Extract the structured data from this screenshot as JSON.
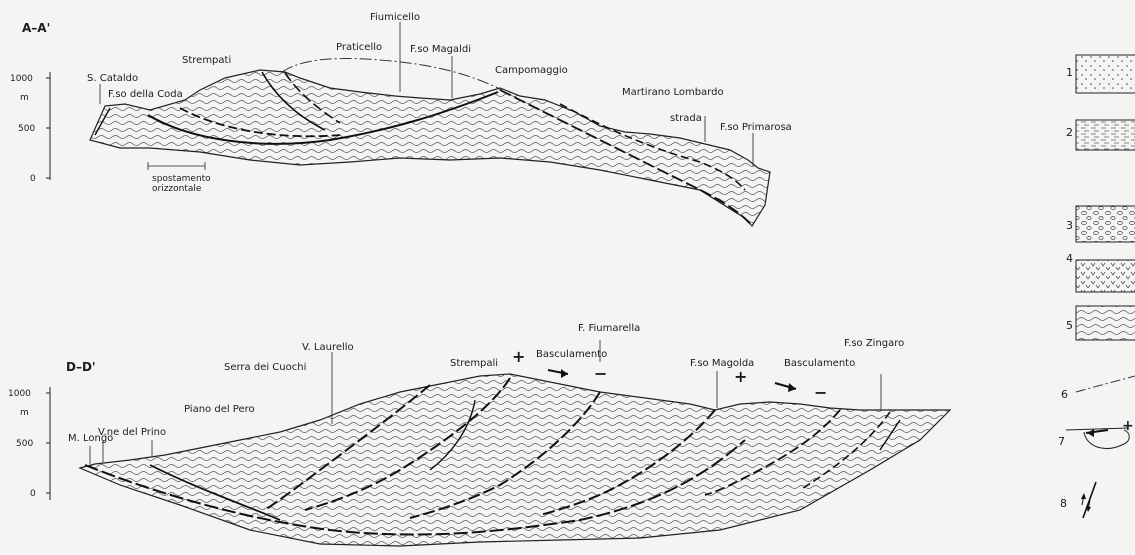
{
  "sections": {
    "aa": {
      "title": "A–A'",
      "labels": {
        "s_cataldo": "S. Cataldo",
        "fso_coda": "F.so della Coda",
        "strempati": "Strempati",
        "praticello": "Praticello",
        "fiumicello": "Fiumicello",
        "fso_magaldi": "F.so Magaldi",
        "campomaggio": "Campomaggio",
        "martirano": "Martirano Lombardo",
        "strada": "strada",
        "fso_primarosa": "F.so Primarosa",
        "spost1": "spostamento",
        "spost2": "orizzontale"
      },
      "axis": {
        "t1000": "1000",
        "unit": "m",
        "t500": "500",
        "t0": "0"
      }
    },
    "dd": {
      "title": "D–D'",
      "labels": {
        "m_longo": "M. Longo",
        "vne_prino": "V.ne del Prino",
        "piano_pero": "Piano del Pero",
        "serra_cuochi": "Serra dei Cuochi",
        "v_laurello": "V. Laurello",
        "strempali": "Strempali",
        "plus1": "+",
        "basculamento1": "Basculamento",
        "f_fiumarella": "F. Fiumarella",
        "minus1": "−",
        "fso_magolda": "F.so Magolda",
        "plus2": "+",
        "basculamento2": "Basculamento",
        "minus2": "−",
        "fso_zingaro": "F.so Zingaro"
      },
      "axis": {
        "t1000": "1000",
        "unit": "m",
        "t500": "500",
        "t0": "0"
      }
    }
  },
  "legend": {
    "n1": "1",
    "n2": "2",
    "n3": "3",
    "n4": "4",
    "n5": "5",
    "n6": "6",
    "n7": "7",
    "n8": "8",
    "plus": "+"
  }
}
